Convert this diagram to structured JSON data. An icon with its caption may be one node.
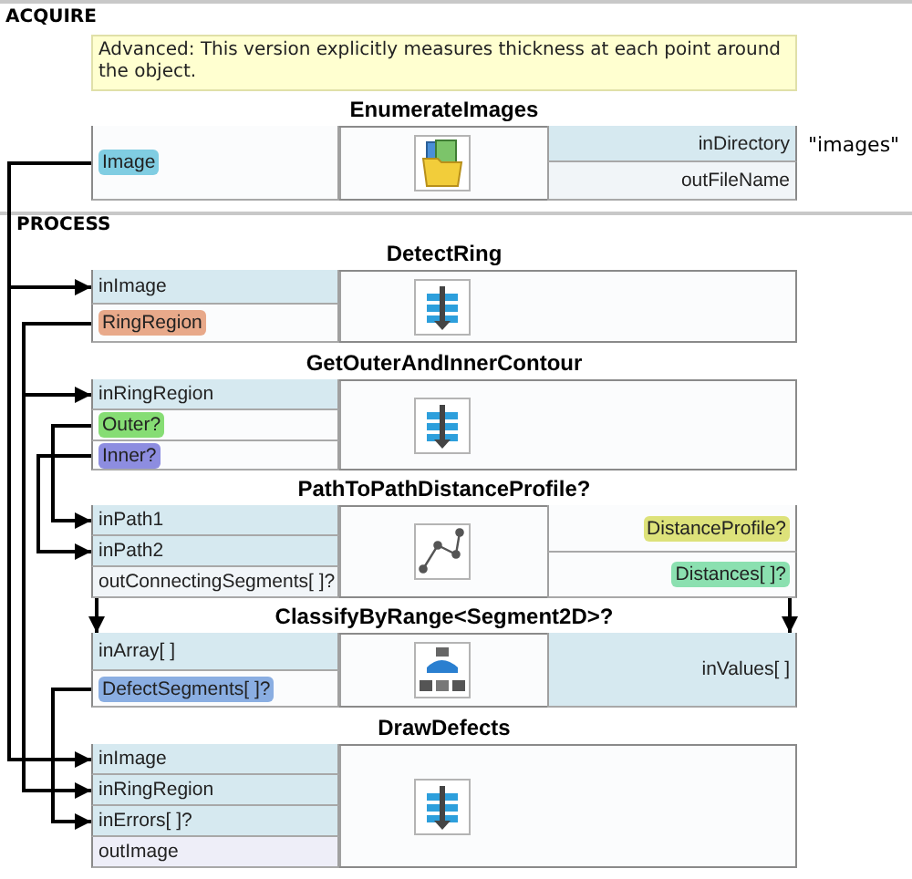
{
  "diagram": {
    "nodes": [
      {
        "text": [
          "Advanced: This version explicitly measures thickness at each point around the object."
        ]
      },
      {
        "text": [
          "EnumerateImages"
        ]
      },
      {
        "text": [
          "Image"
        ],
        "in": 1
      },
      {
        "text": [
          "inDirectory"
        ],
        "in": 1,
        "beside": [
          "\"images\""
        ]
      },
      {
        "text": [
          "outFileName"
        ],
        "in": 1
      },
      {
        "text": [
          "DetectRing"
        ]
      },
      {
        "text": [
          "inImage"
        ],
        "in": 5
      },
      {
        "text": [
          "RingRegion"
        ],
        "in": 5
      },
      {
        "text": [
          "GetOuterAndInnerContour"
        ]
      },
      {
        "text": [
          "inRingRegion"
        ],
        "in": 8
      },
      {
        "text": [
          "Outer?"
        ],
        "in": 8
      },
      {
        "text": [
          "Inner?"
        ],
        "in": 8
      },
      {
        "text": [
          "PathToPathDistanceProfile?"
        ]
      },
      {
        "text": [
          "inPath1"
        ],
        "in": 12
      },
      {
        "text": [
          "inPath2"
        ],
        "in": 12
      },
      {
        "text": [
          "outConnectingSegments[ ]?"
        ],
        "in": 12
      },
      {
        "text": [
          "DistanceProfile?"
        ],
        "in": 12
      },
      {
        "text": [
          "Distances[ ]?"
        ],
        "in": 12
      },
      {
        "text": [
          "ClassifyByRange<Segment2D>?"
        ]
      },
      {
        "text": [
          "inArray[ ]"
        ],
        "in": 18
      },
      {
        "text": [
          "DefectSegments[ ]?"
        ],
        "in": 18
      },
      {
        "text": [
          "inValues[ ]"
        ],
        "in": 18
      },
      {
        "text": [
          "DrawDefects"
        ]
      },
      {
        "text": [
          "inImage"
        ],
        "in": 22
      },
      {
        "text": [
          "inRingRegion"
        ],
        "in": 22
      },
      {
        "text": [
          "inErrors[ ]?"
        ],
        "in": 22
      },
      {
        "text": [
          "outImage"
        ],
        "in": 22
      }
    ],
    "edges": [
      {
        "from": 2,
        "to": 6,
        "arrow": "to"
      },
      {
        "from": 2,
        "to": 23,
        "arrow": "to"
      },
      {
        "from": 7,
        "to": 9,
        "arrow": "to"
      },
      {
        "from": 7,
        "to": 24,
        "arrow": "to"
      },
      {
        "from": 10,
        "to": 13,
        "arrow": "to"
      },
      {
        "from": 11,
        "to": 14,
        "arrow": "to"
      },
      {
        "from": 15,
        "to": 19,
        "arrow": "to"
      },
      {
        "from": 17,
        "to": 21,
        "arrow": "to"
      },
      {
        "from": 20,
        "to": 25,
        "arrow": "to"
      }
    ],
    "labels": [
      "ACQUIRE",
      "PROCESS"
    ]
  }
}
